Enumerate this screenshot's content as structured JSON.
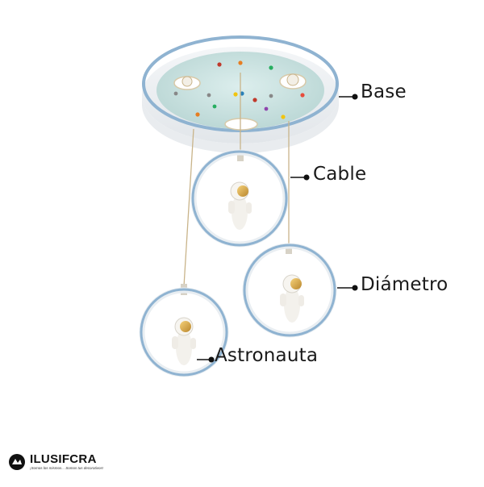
{
  "labels": {
    "base": "Base",
    "cable": "Cable",
    "diametro": "Diámetro",
    "astronauta": "Astronauta"
  },
  "brand": {
    "name": "ILUSIFCRA",
    "tagline": "¡Somos los mismos... Somos tus decorativos!"
  },
  "colors": {
    "ring_blue": "#8fb3d1",
    "base_panel": "#cfe3e0",
    "dot": "#111111"
  },
  "icons": [
    "astronaut-figure-icon",
    "planet-decal-icon",
    "brand-logo-icon"
  ]
}
